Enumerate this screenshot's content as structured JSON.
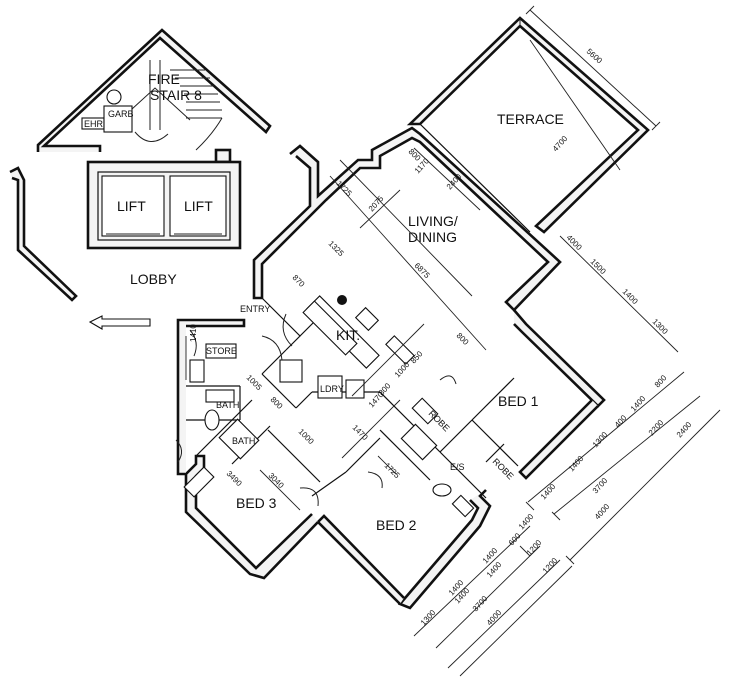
{
  "rooms": {
    "terrace": "TERRACE",
    "living_1": "LIVING/",
    "living_2": "DINING",
    "kit": "KIT.",
    "bed1": "BED 1",
    "bed2": "BED 2",
    "bed3": "BED 3",
    "lobby": "LOBBY",
    "lift_a": "LIFT",
    "lift_b": "LIFT",
    "fire_1": "FIRE",
    "fire_2": "STAIR 8",
    "garb": "GARB",
    "ehr": "EHR",
    "store": "STORE",
    "bath": "BATH",
    "bath2": "BATH",
    "es": "E/S",
    "ldry": "LDRY",
    "robe1": "ROBE",
    "robe2": "ROBE",
    "entry": "ENTRY"
  },
  "dims": {
    "terrace_w": "5600",
    "terrace_d": "4700",
    "d800a": "800",
    "d1170": "1170",
    "d2400": "2400",
    "d1725a": "1725",
    "d2075": "2075",
    "d1325": "1325",
    "d870": "870",
    "d6875": "6875",
    "d800b": "800",
    "d4000": "4000",
    "d1500": "1500",
    "d1400a": "1400",
    "d1300a": "1300",
    "d1410": "1410",
    "d1005": "1005",
    "d800c": "800",
    "d1000": "1000",
    "d1470a": "1470",
    "d1470b": "1470",
    "d800d": "800",
    "d1000b": "1000",
    "d850": "850",
    "d1725b": "1725",
    "d3490": "3490",
    "d3040": "3040",
    "e800": "800",
    "e1400a": "1400",
    "e1300": "1300",
    "e400": "400",
    "e1400b": "1400",
    "e2200": "2200",
    "e2400": "2400",
    "e1400c": "1400",
    "e3700a": "3700",
    "e1400d": "1400",
    "e4000a": "4000",
    "f1300": "1300",
    "f1400a": "1400",
    "f1400b": "1400",
    "f1200": "1200",
    "f600": "600",
    "f1200b": "1200",
    "f3700": "3700",
    "f4000": "4000",
    "f1400c": "1400",
    "f1400d": "1400"
  }
}
